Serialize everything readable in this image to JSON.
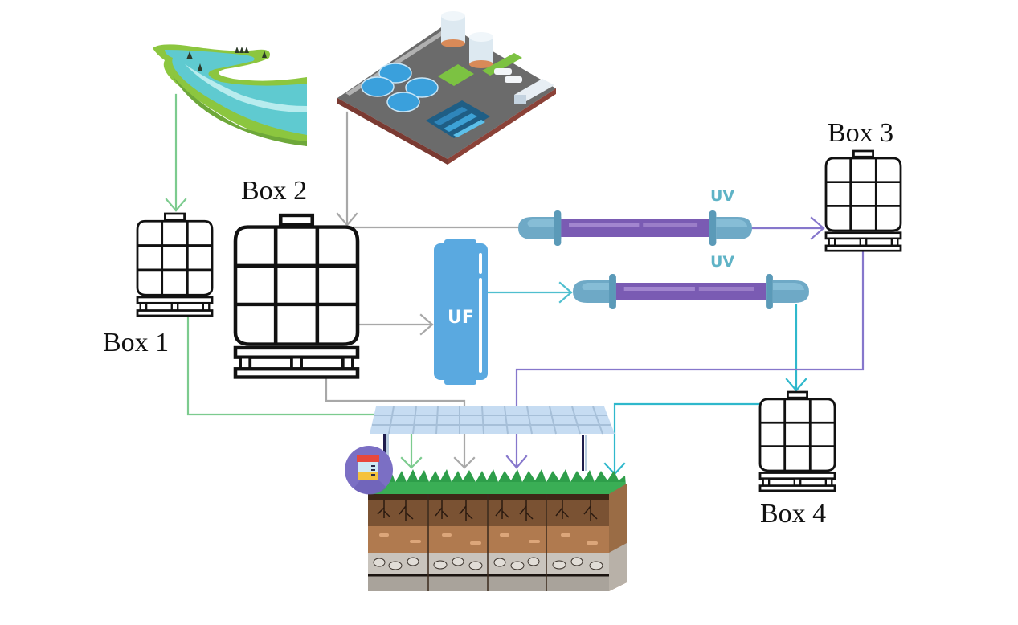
{
  "diagram": {
    "title": "Water reuse irrigation system schematic",
    "nodes": {
      "river": {
        "label": "River water source",
        "icon": "river-icon"
      },
      "treatment_plant": {
        "label": "Wastewater treatment plant",
        "icon": "treatment-plant-icon"
      },
      "box1": {
        "label": "Box 1"
      },
      "box2": {
        "label": "Box 2"
      },
      "box3": {
        "label": "Box 3"
      },
      "box4": {
        "label": "Box 4"
      },
      "uf": {
        "label": "UF"
      },
      "uv1": {
        "label": "UV"
      },
      "uv2": {
        "label": "UV"
      },
      "solar_panel": {
        "label": "Solar panel canopy",
        "icon": "solar-panel-icon"
      },
      "soil": {
        "label": "Soil profile with grass",
        "icon": "soil-icon"
      },
      "sample_container": {
        "label": "Sample container",
        "icon": "sample-container-icon"
      }
    },
    "edges": [
      {
        "from": "river",
        "to": "box1",
        "color": "#7ccb8e"
      },
      {
        "from": "treatment_plant",
        "to": "box2",
        "color": "#a8a8a8"
      },
      {
        "from": "box2",
        "to": "uv1",
        "color": "#a8a8a8"
      },
      {
        "from": "uv1",
        "to": "box3",
        "color": "#8677cc"
      },
      {
        "from": "box2",
        "to": "uf",
        "color": "#a8a8a8"
      },
      {
        "from": "uf",
        "to": "uv2",
        "color": "#4fbfcf"
      },
      {
        "from": "uv2",
        "to": "box4",
        "color": "#2fb8cc"
      },
      {
        "from": "box1",
        "to": "soil",
        "color": "#7ccb8e"
      },
      {
        "from": "box2",
        "to": "soil",
        "color": "#a8a8a8"
      },
      {
        "from": "box3",
        "to": "soil",
        "color": "#8677cc"
      },
      {
        "from": "box4",
        "to": "soil",
        "color": "#2fb8cc"
      }
    ],
    "colors": {
      "river_green": "#7ccb8e",
      "plant_gray": "#a8a8a8",
      "uv_purple": "#8677cc",
      "uf_cyan": "#2fb8cc",
      "uf_blue": "#5aa9e0",
      "uv_tube": "#7a5bb3"
    }
  }
}
